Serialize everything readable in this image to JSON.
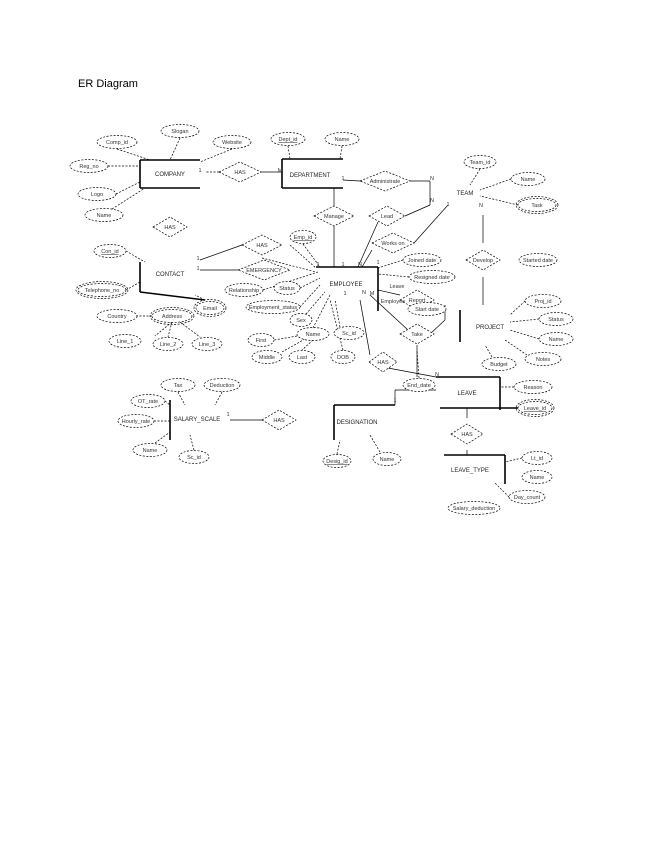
{
  "page": {
    "title": "ER Diagram"
  },
  "diagram": {
    "entities": [
      "COMPANY",
      "DEPARTMENT",
      "TEAM",
      "CONTACT",
      "EMPLOYEE",
      "PROJECT",
      "LEAVE",
      "LEAVE_TYPE",
      "SALARY_SCALE",
      "DESIGNATION"
    ],
    "relationships": [
      "HAS",
      "Administrate",
      "Manage",
      "Lead",
      "Works on",
      "Develop",
      "HAS",
      "HAS",
      "EMERGENCY",
      "Report",
      "Take",
      "HAS",
      "HAS",
      "HAS"
    ],
    "attributes": [
      "Comp_id",
      "Slogan",
      "Website",
      "Reg_no",
      "Logo",
      "Name",
      "Dept_id",
      "Name",
      "Team_id",
      "Name",
      "Task",
      "Started date",
      "Con_id",
      "Telephone_no",
      "Email",
      "Address",
      "Country",
      "Line_1",
      "Line_2",
      "Line_3",
      "Emp_id",
      "Relationship",
      "Status",
      "Employment_status",
      "Sex",
      "Name",
      "First",
      "Middle",
      "Last",
      "Sc_id",
      "DOB",
      "Joined date",
      "Resigned date",
      "Start date",
      "End_date",
      "Proj_id",
      "Status",
      "Name",
      "Notes",
      "Budget",
      "Reason",
      "Leave_id",
      "Lt_id",
      "Name",
      "Day_count",
      "Salary_deduction",
      "Tax",
      "Deduction",
      "OT_rate",
      "Hourly_rate",
      "Name",
      "Sc_id",
      "Desig_id",
      "Name"
    ],
    "labels": [
      "Leave",
      "Employee"
    ],
    "cardinalities": [
      "1",
      "M",
      "1",
      "N",
      "N",
      "1",
      "N",
      "1",
      "1",
      "1",
      "1",
      "N",
      "1",
      "1",
      "N",
      "M",
      "1",
      "1",
      "N",
      "1"
    ],
    "key_attributes": [
      "Dept_id",
      "Emp_id",
      "Con_id",
      "Leave_id",
      "Desig_id"
    ],
    "line_color": "#000000"
  }
}
